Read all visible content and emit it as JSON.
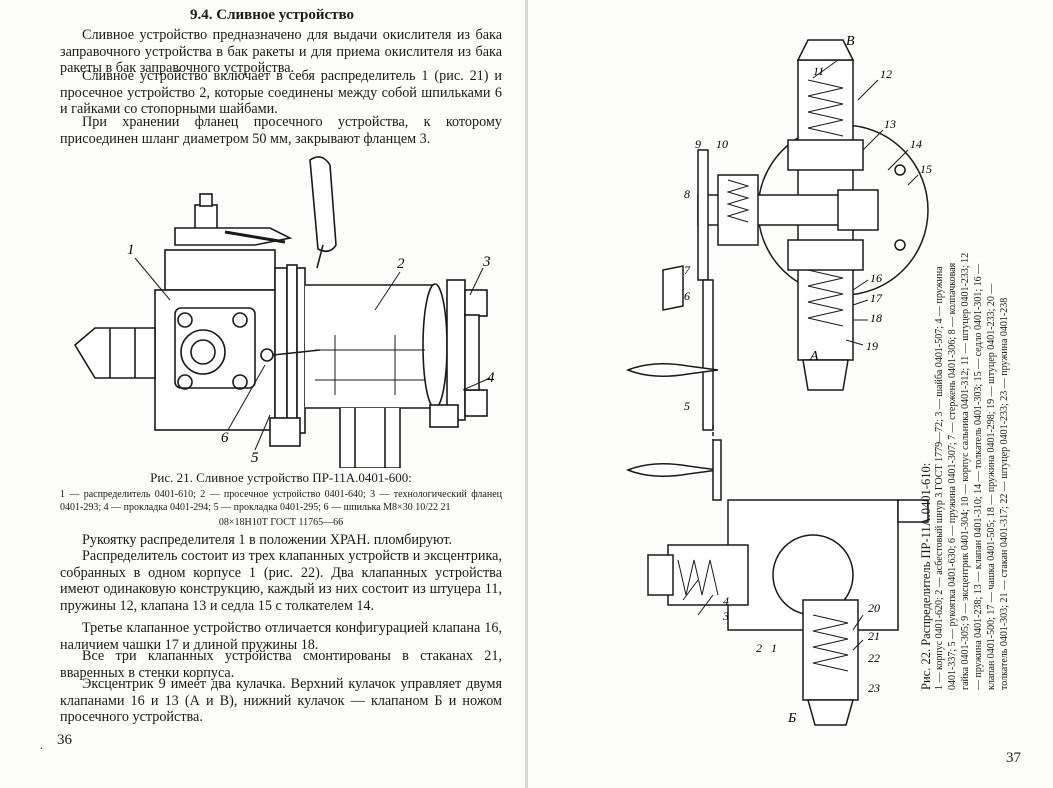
{
  "left_page": {
    "heading": "9.4. Сливное устройство",
    "paragraphs": [
      "Сливное устройство предназначено для выдачи окислителя из бака заправочного устройства в бак ракеты и для приема окислителя из бака ракеты в бак заправочного устройства.",
      "Сливное устройство включает в себя распределитель 1 (рис. 21) и просечное устройство 2, которые соединены между собой шпильками 6 и гайками со стопорными шайбами.",
      "При хранении фланец просечного устройства, к которому присоединен шланг диаметром 50 мм, закрывают фланцем 3.",
      "Рукоятку распределителя 1 в положении ХРАН. пломбируют.",
      "Распределитель состоит из трех клапанных устройств и эксцентрика, собранных в одном корпусе 1 (рис. 22). Два клапанных устройства имеют одинаковую конструкцию, каждый из них состоит из штуцера 11, пружины 12, клапана 13 и седла 15 с толкателем 14.",
      "Третье клапанное устройство отличается конфигурацией клапана 16, наличием чашки 17 и длиной пружины 18.",
      "Все три клапанных устройства смонтированы в стаканах 21, вваренных в стенки корпуса.",
      "Эксцентрик 9 имеет два кулачка. Верхний кулачок управляет двумя клапанами 16 и 13 (А и В), нижний кулачок — клапаном Б и ножом просечного устройства."
    ],
    "figure21": {
      "labels": [
        "1",
        "2",
        "3",
        "4",
        "5",
        "6"
      ],
      "caption_title": "Рис. 21. Сливное устройство ПР-11А.0401-600:",
      "caption_body": "1 — распределитель 0401-610; 2 — просечное устройство 0401-640; 3 — технологический фланец 0401-293; 4 — прокладка 0401-294; 5 — прокладка 0401-295; 6 — шпилька М8×30 10/22 21",
      "caption_std": "08×18Н10Т ГОСТ 11765—66"
    },
    "page_number": "36",
    "margin_mark": "."
  },
  "right_page": {
    "figure22": {
      "labels": [
        "1",
        "2",
        "3",
        "4",
        "5",
        "6",
        "7",
        "8",
        "9",
        "10",
        "11",
        "12",
        "13",
        "14",
        "15",
        "16",
        "17",
        "18",
        "19",
        "20",
        "21",
        "22",
        "23"
      ],
      "letters": [
        "А",
        "Б",
        "В"
      ],
      "caption_title": "Рис. 22. Распределитель ПР-11А.0401-610:",
      "caption_body": "1 — корпус 0401-620; 2 — асбестовый шнур 3 ГОСТ 1779—72; 3 — шайба 0401-507; 4 — пружина 0401-337; 5 — рукоятка 0401-630; 6 — пружина 0401-307; 7 — стержень 0401-306; 8 — колпачковая гайка 0401-305; 9 — эксцентрик 0401-304; 10 — корпус сальника 0401-312; 11 — штуцер 0401-233; 12 — пружина 0401-238; 13 — клапан 0401-310; 14 — толкатель 0401-303; 15 — седло 0401-301; 16 — клапан 0401-500; 17 — чашка 0401-505; 18 — пружина 0401-298; 19 — штуцер 0401-233; 20 — толкатель 0401-303; 21 — стакан 0401-317; 22 — штуцер 0401-233; 23 — пружина 0401-238"
    },
    "page_number": "37"
  }
}
